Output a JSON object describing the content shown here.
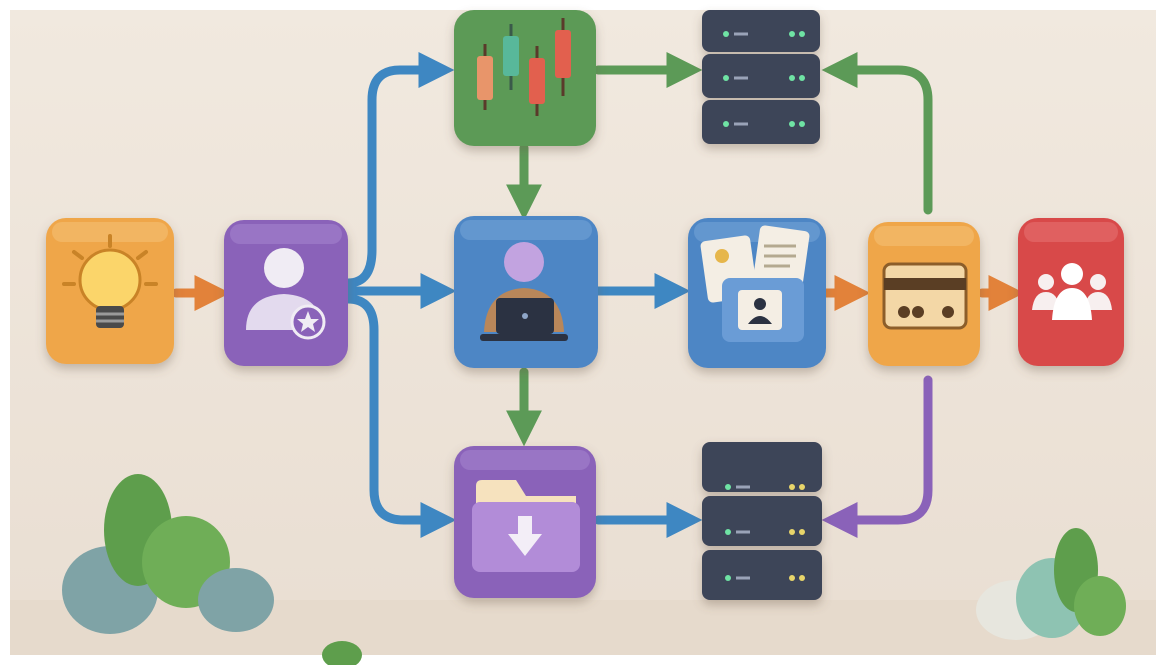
{
  "diagram": {
    "nodes": [
      {
        "id": "idea",
        "icon": "lightbulb-icon",
        "color": "#EFA64A"
      },
      {
        "id": "user-profile",
        "icon": "user-star-icon",
        "color": "#8A62B9"
      },
      {
        "id": "analytics",
        "icon": "candlestick-chart-icon",
        "color": "#5C9A57"
      },
      {
        "id": "user-work",
        "icon": "user-laptop-icon",
        "color": "#4E86C5"
      },
      {
        "id": "download",
        "icon": "folder-download-icon",
        "color": "#8A62B9"
      },
      {
        "id": "server-top",
        "icon": "server-stack-icon",
        "color": "#3E4559"
      },
      {
        "id": "documents",
        "icon": "documents-folder-icon",
        "color": "#4E86C5"
      },
      {
        "id": "server-bottom",
        "icon": "server-stack-icon",
        "color": "#3E4559"
      },
      {
        "id": "payment",
        "icon": "credit-card-icon",
        "color": "#EFA64A"
      },
      {
        "id": "team",
        "icon": "user-group-icon",
        "color": "#D84A4A"
      }
    ],
    "edges": [
      {
        "from": "idea",
        "to": "user-profile",
        "color": "#E2823A"
      },
      {
        "from": "user-profile",
        "to": "analytics",
        "color": "#3E87C2"
      },
      {
        "from": "user-profile",
        "to": "user-work",
        "color": "#3E87C2"
      },
      {
        "from": "user-profile",
        "to": "download",
        "color": "#3E87C2"
      },
      {
        "from": "analytics",
        "to": "server-top",
        "color": "#5C9A57"
      },
      {
        "from": "analytics",
        "to": "user-work",
        "color": "#5C9A57"
      },
      {
        "from": "user-work",
        "to": "download",
        "color": "#5C9A57"
      },
      {
        "from": "user-work",
        "to": "documents",
        "color": "#3E87C2"
      },
      {
        "from": "download",
        "to": "server-bottom",
        "color": "#3E87C2"
      },
      {
        "from": "documents",
        "to": "payment",
        "color": "#E2823A"
      },
      {
        "from": "payment",
        "to": "server-top",
        "color": "#5C9A57"
      },
      {
        "from": "payment",
        "to": "server-bottom",
        "color": "#8A62B9"
      },
      {
        "from": "payment",
        "to": "team",
        "color": "#E2823A"
      }
    ]
  },
  "scene": {
    "background": "#EFE6DC",
    "foliage_color": "#5E9E4C",
    "stone_color": "#7FA3A6"
  }
}
